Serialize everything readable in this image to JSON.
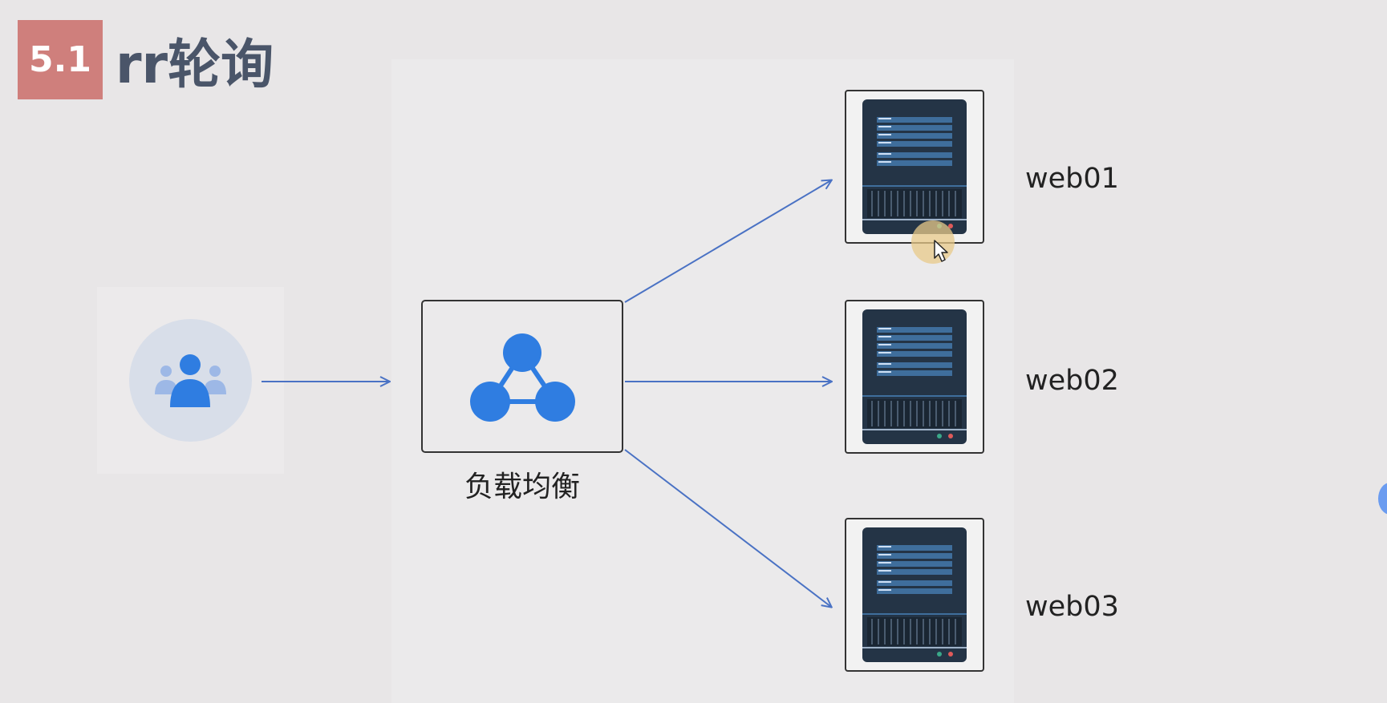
{
  "title": {
    "number": "5.1",
    "text": "rr轮询"
  },
  "nodes": {
    "client": {
      "icon": "users-icon"
    },
    "load_balancer": {
      "icon": "share-nodes-icon",
      "label": "负载均衡"
    },
    "servers": [
      {
        "label": "web01",
        "icon": "server-icon"
      },
      {
        "label": "web02",
        "icon": "server-icon"
      },
      {
        "label": "web03",
        "icon": "server-icon"
      }
    ]
  },
  "edges": [
    {
      "from": "client",
      "to": "load_balancer"
    },
    {
      "from": "load_balancer",
      "to": "web01"
    },
    {
      "from": "load_balancer",
      "to": "web02"
    },
    {
      "from": "load_balancer",
      "to": "web03"
    }
  ],
  "colors": {
    "title_badge": "#cf7f7c",
    "title_text": "#4a5569",
    "accent_blue": "#2f7de1",
    "arrow": "#4a72c4",
    "server_body": "#243446",
    "server_bars": "#3f6e9c"
  }
}
